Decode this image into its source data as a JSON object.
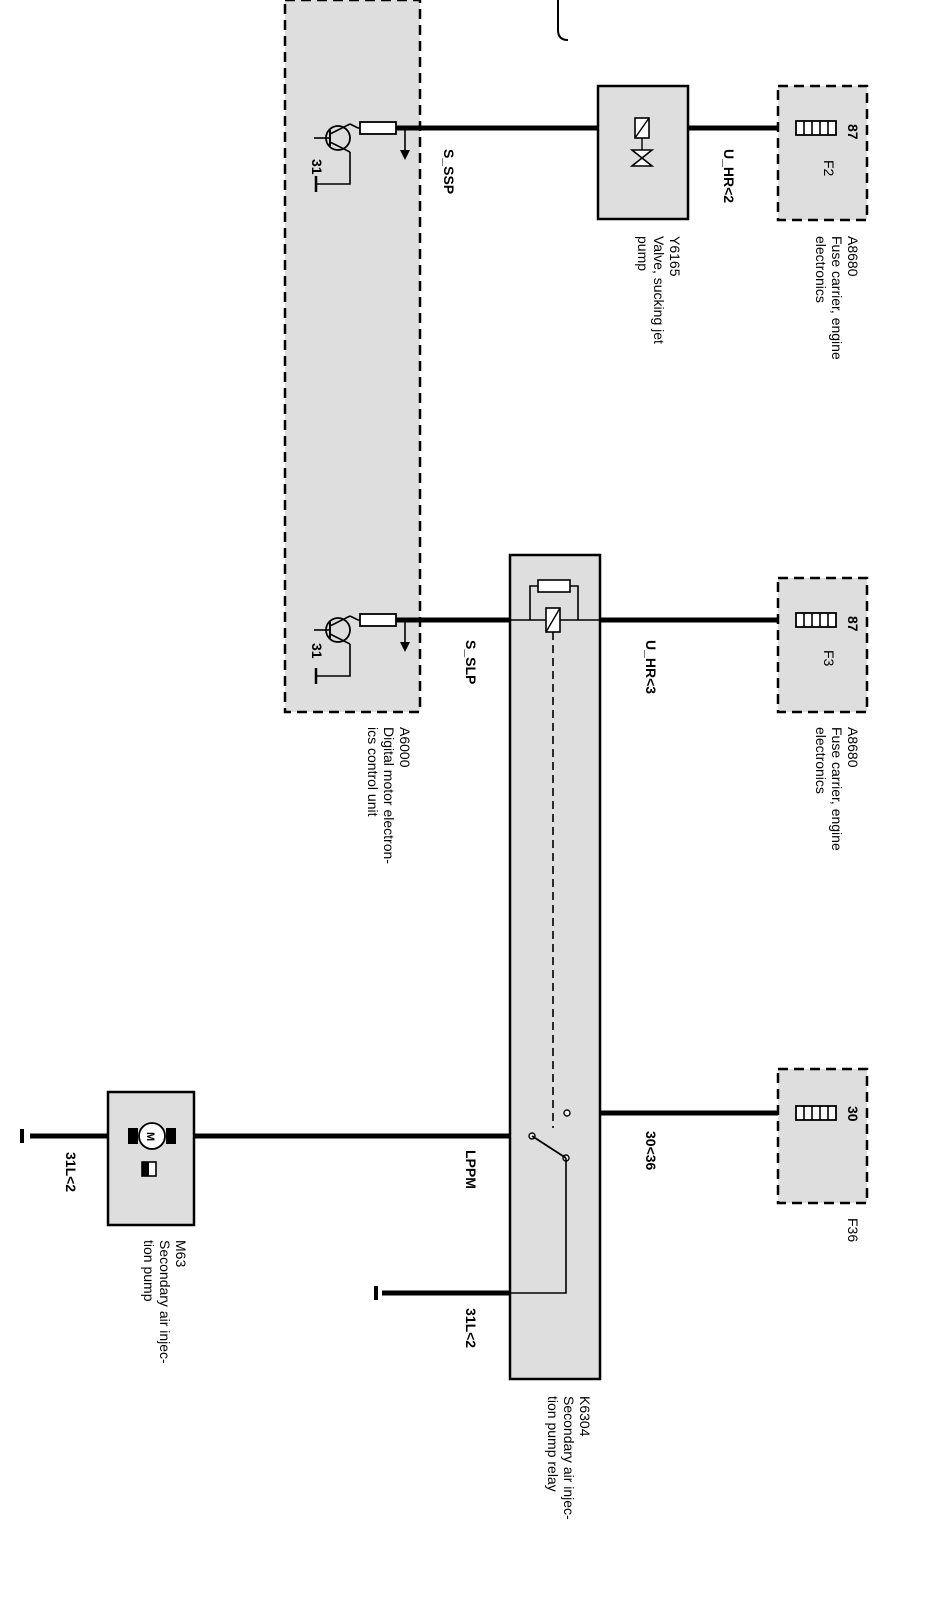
{
  "components": {
    "a6000": {
      "code": "A6000",
      "lines": [
        "Digital motor electron-",
        "ics control unit"
      ]
    },
    "y6165": {
      "code": "Y6165",
      "lines": [
        "Valve, sucking jet",
        "pump"
      ]
    },
    "a8680_f2": {
      "code": "A8680",
      "lines": [
        "Fuse carrier, engine",
        "electronics"
      ],
      "fuse": "F2",
      "pin": "87"
    },
    "a8680_f3": {
      "code": "A8680",
      "lines": [
        "Fuse carrier, engine",
        "electronics"
      ],
      "fuse": "F3",
      "pin": "87"
    },
    "f36": {
      "code": "F36",
      "pin": "30"
    },
    "k6304": {
      "code": "K6304",
      "lines": [
        "Secondary air injec-",
        "tion pump relay"
      ]
    },
    "m63": {
      "code": "M63",
      "lines": [
        "Secondary air injec-",
        "tion pump"
      ],
      "motor_symbol": "M"
    }
  },
  "signals": {
    "s_ssp": "S_SSP",
    "s_slp": "S_SLP",
    "u_hr2": "U_HR<2",
    "u_hr3": "U_HR<3",
    "lppm": "LPPM",
    "feed_30_36": "30<36",
    "ground_relay": "31L<2",
    "ground_pump": "31L<2",
    "ecu_ground_1": "31",
    "ecu_ground_2": "31"
  }
}
